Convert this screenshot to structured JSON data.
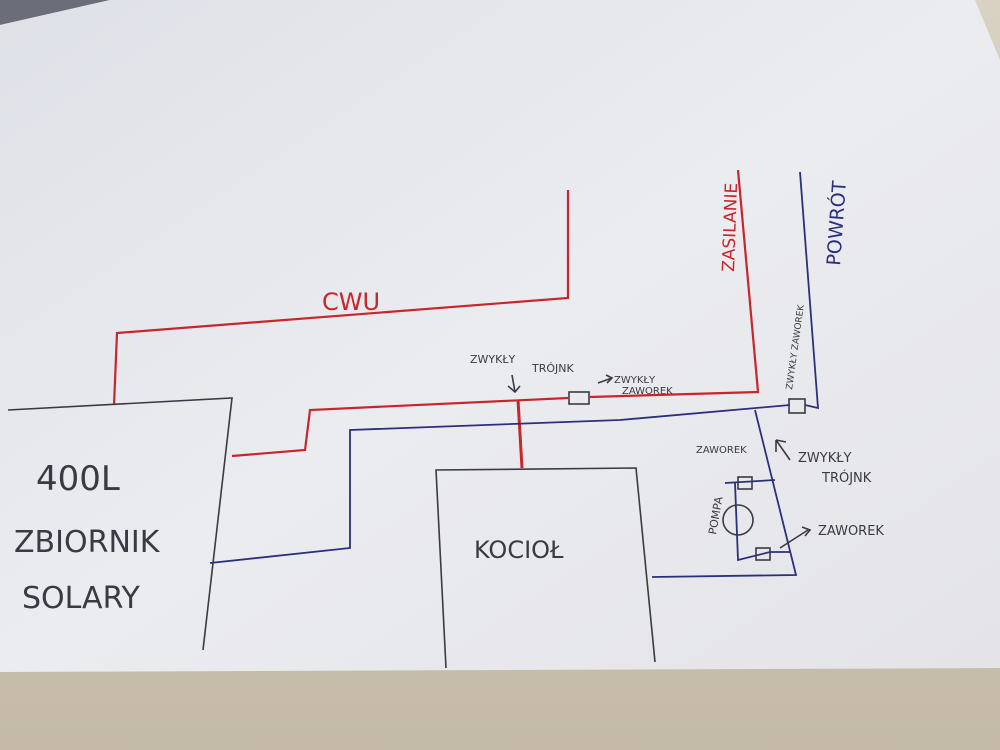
{
  "labels": {
    "cwu": "CWU",
    "supply": "ZASILANIE",
    "return": "POWRÓT",
    "tee_top_1": "ZWYKŁY",
    "tee_top_2": "TRÓJNK",
    "valve_top_1": "ZWYKŁY",
    "valve_top_2": "ZAWOREK",
    "valve_right": "ZWYKŁY ZAWOREK",
    "valve_pump_top": "ZAWOREK",
    "pump": "POMPA",
    "tee_right_1": "ZWYKŁY",
    "tee_right_2": "TRÓJNK",
    "valve_pump_bottom": "ZAWOREK",
    "tank_1": "400L",
    "tank_2": "ZBIORNIK",
    "tank_3": "SOLARY",
    "boiler": "KOCIOŁ"
  },
  "colors": {
    "hot": "#c8262c",
    "cold": "#2c2f7a",
    "pen": "#3a3a44",
    "paper": "#e8e9ee"
  }
}
